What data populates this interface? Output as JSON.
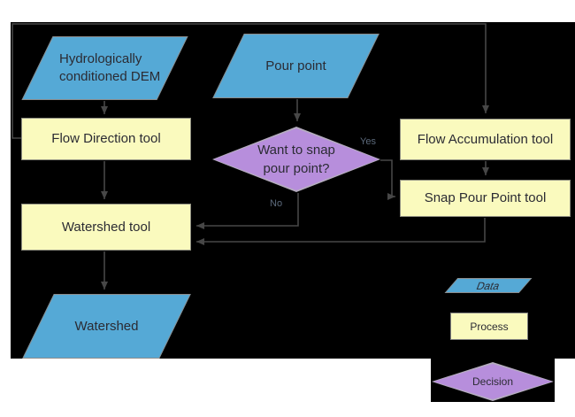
{
  "nodes": {
    "dem": {
      "label": "Hydrologically conditioned DEM",
      "type": "data"
    },
    "pour_point": {
      "label": "Pour point",
      "type": "data"
    },
    "flow_direction": {
      "label": "Flow Direction tool",
      "type": "process"
    },
    "flow_accumulation": {
      "label": "Flow Accumulation tool",
      "type": "process"
    },
    "decision": {
      "label": "Want to snap pour point?",
      "type": "decision"
    },
    "snap_pour_point": {
      "label": "Snap Pour Point tool",
      "type": "process"
    },
    "watershed_tool": {
      "label": "Watershed tool",
      "type": "process"
    },
    "watershed": {
      "label": "Watershed",
      "type": "data"
    }
  },
  "edge_labels": {
    "yes": "Yes",
    "no": "No"
  },
  "edges": [
    {
      "from": "dem",
      "to": "flow_direction"
    },
    {
      "from": "flow_direction",
      "to": "flow_accumulation"
    },
    {
      "from": "pour_point",
      "to": "decision"
    },
    {
      "from": "decision",
      "to": "snap_pour_point",
      "label": "Yes"
    },
    {
      "from": "flow_accumulation",
      "to": "snap_pour_point"
    },
    {
      "from": "decision",
      "to": "watershed_tool",
      "label": "No"
    },
    {
      "from": "snap_pour_point",
      "to": "watershed_tool"
    },
    {
      "from": "flow_direction",
      "to": "watershed_tool"
    },
    {
      "from": "watershed_tool",
      "to": "watershed"
    }
  ],
  "legend": {
    "data": "Data",
    "process": "Process",
    "decision": "Decision"
  },
  "colors": {
    "data_fill": "#55a9d6",
    "process_fill": "#fafabe",
    "decision_fill": "#b78edc",
    "canvas_background": "#000000",
    "connector": "#474747",
    "node_text": "#2b2b33"
  }
}
